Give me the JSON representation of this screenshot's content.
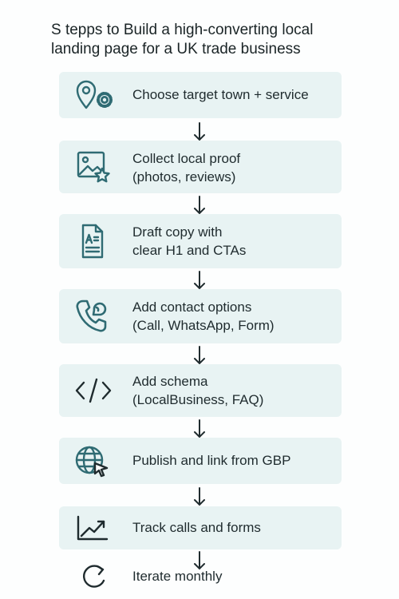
{
  "title": {
    "line1": "S tepps to Build a high-converting local",
    "line2": "landing page for a UK trade business"
  },
  "steps": [
    {
      "icon": "location-settings-icon",
      "lines": [
        "Choose target town + service"
      ]
    },
    {
      "icon": "image-star-icon",
      "lines": [
        "Collect local proof",
        "(photos, reviews)"
      ]
    },
    {
      "icon": "document-text-icon",
      "lines": [
        "Draft copy with",
        "clear H1 and CTAs"
      ]
    },
    {
      "icon": "phone-chat-icon",
      "lines": [
        "Add contact options",
        "(Call, WhatsApp, Form)"
      ]
    },
    {
      "icon": "code-icon",
      "lines": [
        "Add schema",
        "(LocalBusiness, FAQ)"
      ]
    },
    {
      "icon": "globe-cursor-icon",
      "lines": [
        "Publish and link from GBP"
      ]
    },
    {
      "icon": "trend-chart-icon",
      "lines": [
        "Track calls and forms"
      ]
    },
    {
      "icon": "refresh-icon",
      "lines": [
        "Iterate monthly"
      ]
    }
  ],
  "colors": {
    "card": "#e8f3f3",
    "icon": "#2f6b73",
    "text": "#1f2b2e"
  }
}
